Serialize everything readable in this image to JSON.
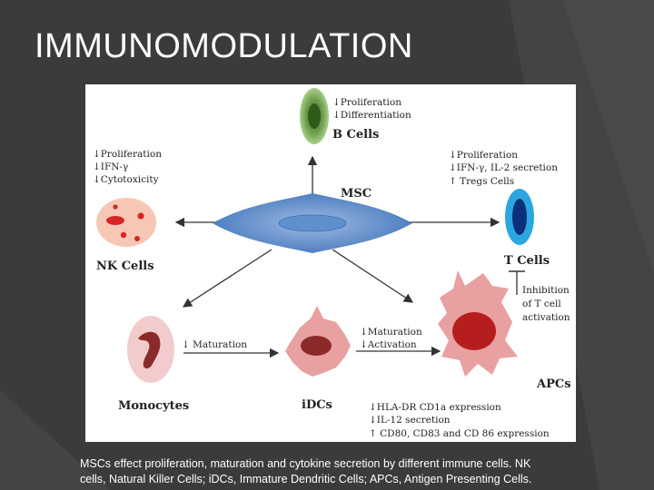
{
  "slide": {
    "title": "IMMUNOMODULATION",
    "caption_line1": "MSCs effect proliferation, maturation and cytokine secretion by different immune cells. NK",
    "caption_line2": "cells, Natural Killer Cells; iDCs, Immature Dendritic Cells; APCs, Antigen Presenting Cells."
  },
  "diagram": {
    "center": {
      "label": "MSC"
    },
    "b_cells": {
      "label": "B Cells",
      "effects": [
        "↓Proliferation",
        "↓Differentiation"
      ]
    },
    "nk_cells": {
      "label": "NK Cells",
      "effects": [
        "↓Proliferation",
        "↓IFN-γ",
        "↓Cytotoxicity"
      ]
    },
    "t_cells": {
      "label": "T Cells",
      "effects": [
        "↓Proliferation",
        "↓IFN-γ, IL-2  secretion",
        "↑ Tregs Cells"
      ]
    },
    "monocytes": {
      "label": "Monocytes",
      "effect": "↓ Maturation"
    },
    "idcs": {
      "label": "iDCs",
      "effects": [
        "↓Maturation",
        "↓Activation"
      ]
    },
    "apcs": {
      "label": "APCs",
      "inhibition": [
        "Inhibition",
        "of T cell",
        "activation"
      ],
      "effects": [
        "↓HLA-DR   CD1a expression",
        "↓IL-12  secretion",
        "↑ CD80, CD83 and CD 86 expression"
      ]
    },
    "colors": {
      "b_cell_outer": "#a8cf8a",
      "b_cell_inner": "#3f6e24",
      "nk_cell": "#f6c7b5",
      "nk_nuclei": "#d82424",
      "t_cell_outer": "#2aa7e0",
      "t_cell_inner": "#0c2f7a",
      "msc_body": "#5f8fcc",
      "pink_cell": "#e8a0a0",
      "dark_nucleus": "#8b2a2a"
    }
  }
}
